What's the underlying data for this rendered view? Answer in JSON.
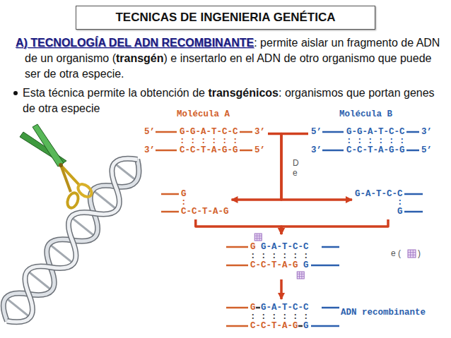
{
  "diagram": {
    "title": "TECNICAS DE INGENIERIA GENÉTICA",
    "nodes": [
      {
        "text": [
          "Molécula A",
          "5’",
          "G-G-A-T-C-C",
          "3’",
          ": : : : : :",
          "3’",
          "C-C-T-A-G-G",
          "5’"
        ]
      },
      {
        "text": [
          "Molécula B",
          "5’",
          "G-G-A-T-C-C",
          "3’",
          ": : : : : :",
          "3’",
          "C-C-T-A-G-G",
          "5’"
        ]
      },
      {
        "text": [
          "G",
          ":",
          "C-C-T-A-G"
        ]
      },
      {
        "text": [
          "G-A-T-C-C",
          ":",
          "G"
        ]
      },
      {
        "text": [
          "G",
          "G-A-T-C-C",
          ": : : : : :",
          "C-C-T-A-G",
          "G"
        ]
      },
      {
        "text": [
          "G",
          "G-A-T-C-C",
          ": : : : : :",
          "C-C-T-A-G",
          "G"
        ]
      }
    ],
    "edges": [
      {
        "from": 0,
        "to": 2,
        "arrow": "to"
      },
      {
        "from": 1,
        "to": 3,
        "arrow": "to"
      },
      {
        "from": 2,
        "to": 4,
        "arrow": "to"
      },
      {
        "from": 3,
        "to": 4,
        "arrow": "to"
      },
      {
        "from": 4,
        "to": 5,
        "arrow": "to"
      }
    ],
    "labels": [
      "A) TECNOLOGÍA DEL ADN RECOMBINANTE",
      ": permite aislar un fragmento de ADN de un organismo (",
      "transgén",
      ") e insertarlo en el ADN de otro organismo que puede ser de otra especie.",
      "Esta técnica permite la obtención de",
      "transgénicos",
      ": organismos que portan genes de otra especie",
      "D",
      "e",
      "e (",
      ")",
      "ADN recombinante"
    ]
  }
}
